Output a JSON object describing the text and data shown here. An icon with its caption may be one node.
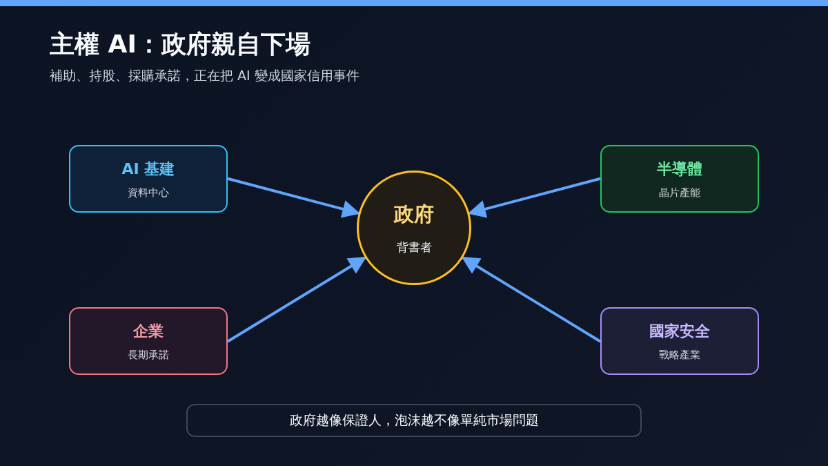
{
  "diagram": {
    "title": "主權 AI：政府親自下場",
    "nodes": [
      {
        "text": [
          "AI 基建",
          "資料中心"
        ]
      },
      {
        "text": [
          "半導體",
          "晶片產能"
        ]
      },
      {
        "text": [
          "政府",
          "背書者"
        ]
      },
      {
        "text": [
          "企業",
          "長期承諾"
        ]
      },
      {
        "text": [
          "國家安全",
          "戰略產業"
        ]
      },
      {
        "text": [
          "政府越像保證人，泡沫越不像單純市場問題"
        ]
      }
    ],
    "edges": [
      {
        "from": 0,
        "to": 2,
        "arrow": "to"
      },
      {
        "from": 1,
        "to": 2,
        "arrow": "to"
      },
      {
        "from": 3,
        "to": 2,
        "arrow": "to"
      },
      {
        "from": 4,
        "to": 2,
        "arrow": "to"
      }
    ],
    "labels": [
      "補助、持股、採購承諾，正在把 AI 變成國家信用事件"
    ]
  }
}
